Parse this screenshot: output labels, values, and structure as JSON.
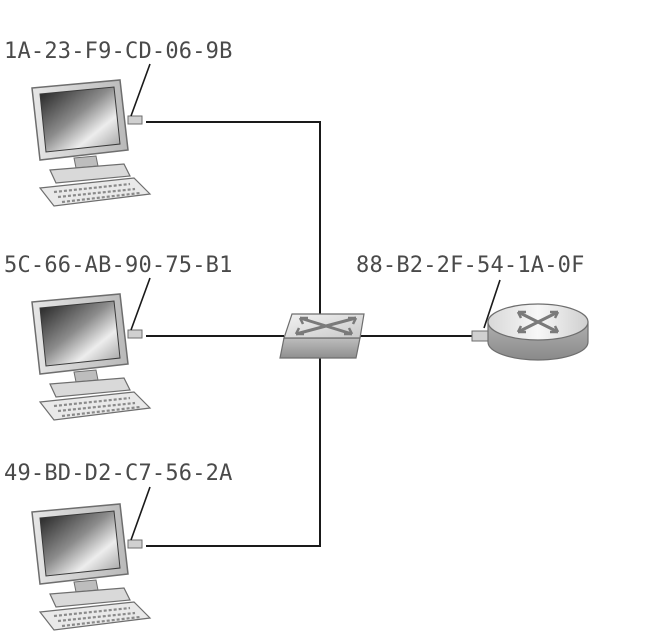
{
  "hosts": [
    {
      "mac": "1A-23-F9-CD-06-9B"
    },
    {
      "mac": "5C-66-AB-90-75-B1"
    },
    {
      "mac": "49-BD-D2-C7-56-2A"
    }
  ],
  "router": {
    "mac": "88-B2-2F-54-1A-0F"
  },
  "icons": {
    "host": "desktop-computer-icon",
    "switch": "switch-icon",
    "router": "router-icon"
  },
  "colors": {
    "wire": "#1a1a1a",
    "label": "#4a4a4a"
  }
}
